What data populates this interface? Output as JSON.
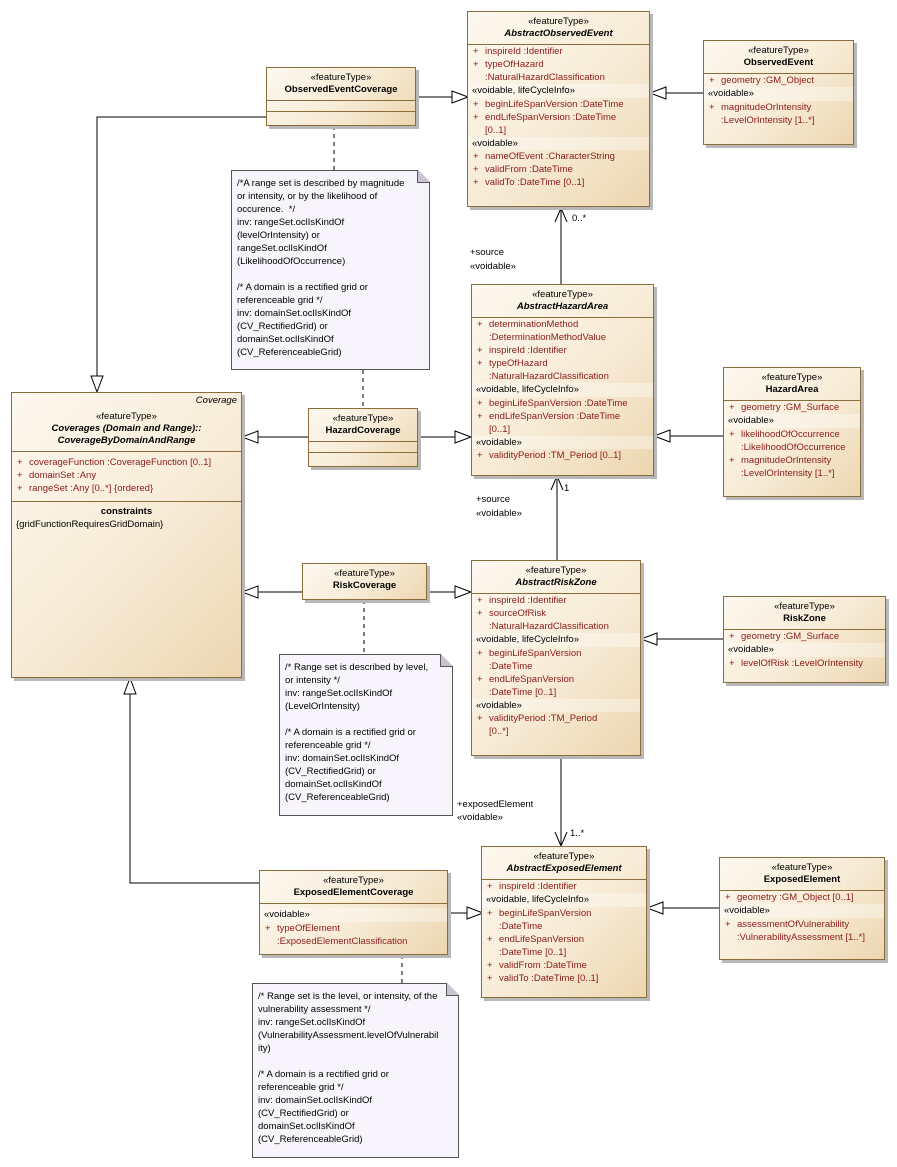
{
  "classes": {
    "abstractObservedEvent": {
      "stereotype": "«featureType»",
      "name": "AbstractObservedEvent",
      "attrs1": [
        {
          "vis": "+",
          "text": "inspireId  :Identifier"
        },
        {
          "vis": "+",
          "text": "typeOfHazard"
        },
        {
          "vis": "",
          "text": ":NaturalHazardClassification"
        }
      ],
      "group2": "«voidable, lifeCycleInfo»",
      "attrs2": [
        {
          "vis": "+",
          "text": "beginLifeSpanVersion  :DateTime"
        },
        {
          "vis": "+",
          "text": "endLifeSpanVersion  :DateTime"
        },
        {
          "vis": "",
          "text": "[0..1]"
        }
      ],
      "group3": "«voidable»",
      "attrs3": [
        {
          "vis": "+",
          "text": "nameOfEvent  :CharacterString"
        },
        {
          "vis": "+",
          "text": "validFrom  :DateTime"
        },
        {
          "vis": "+",
          "text": "validTo  :DateTime [0..1]"
        }
      ]
    },
    "observedEvent": {
      "stereotype": "«featureType»",
      "name": "ObservedEvent",
      "attrs1": [
        {
          "vis": "+",
          "text": "geometry  :GM_Object"
        }
      ],
      "group2": "«voidable»",
      "attrs2": [
        {
          "vis": "+",
          "text": "magnitudeOrIntensity"
        },
        {
          "vis": "",
          "text": ":LevelOrIntensity [1..*]"
        }
      ]
    },
    "observedEventCoverage": {
      "stereotype": "«featureType»",
      "name": "ObservedEventCoverage"
    },
    "abstractHazardArea": {
      "stereotype": "«featureType»",
      "name": "AbstractHazardArea",
      "attrs1": [
        {
          "vis": "+",
          "text": "determinationMethod"
        },
        {
          "vis": "",
          "text": ":DeterminationMethodValue"
        },
        {
          "vis": "+",
          "text": "inspireId  :Identifier"
        },
        {
          "vis": "+",
          "text": "typeOfHazard"
        },
        {
          "vis": "",
          "text": ":NaturalHazardClassification"
        }
      ],
      "group2": "«voidable, lifeCycleInfo»",
      "attrs2": [
        {
          "vis": "+",
          "text": "beginLifeSpanVersion  :DateTime"
        },
        {
          "vis": "+",
          "text": "endLifeSpanVersion  :DateTime"
        },
        {
          "vis": "",
          "text": "[0..1]"
        }
      ],
      "group3": "«voidable»",
      "attrs3": [
        {
          "vis": "+",
          "text": "validityPeriod  :TM_Period [0..1]"
        }
      ]
    },
    "hazardArea": {
      "stereotype": "«featureType»",
      "name": "HazardArea",
      "attrs1": [
        {
          "vis": "+",
          "text": "geometry  :GM_Surface"
        }
      ],
      "group2": "«voidable»",
      "attrs2": [
        {
          "vis": "+",
          "text": "likelihoodOfOccurrence"
        },
        {
          "vis": "",
          "text": ":LikelihoodOfOccurrence"
        },
        {
          "vis": "+",
          "text": "magnitudeOrIntensity"
        },
        {
          "vis": "",
          "text": ":LevelOrIntensity [1..*]"
        }
      ]
    },
    "hazardCoverage": {
      "stereotype": "«featureType»",
      "name": "HazardCoverage"
    },
    "coverage": {
      "corner": "Coverage",
      "stereotype": "«featureType»",
      "name1": "Coverages (Domain and Range)::",
      "name2": "CoverageByDomainAndRange",
      "attrs1": [
        {
          "vis": "+",
          "text": "coverageFunction  :CoverageFunction [0..1]"
        },
        {
          "vis": "+",
          "text": "domainSet  :Any"
        },
        {
          "vis": "+",
          "text": "rangeSet  :Any [0..*] {ordered}"
        }
      ],
      "constraints_title": "constraints",
      "constraint": "{gridFunctionRequiresGridDomain}"
    },
    "riskCoverage": {
      "stereotype": "«featureType»",
      "name": "RiskCoverage"
    },
    "abstractRiskZone": {
      "stereotype": "«featureType»",
      "name": "AbstractRiskZone",
      "attrs1": [
        {
          "vis": "+",
          "text": "inspireId  :Identifier"
        },
        {
          "vis": "+",
          "text": "sourceOfRisk"
        },
        {
          "vis": "",
          "text": ":NaturalHazardClassification"
        }
      ],
      "group2": "«voidable, lifeCycleInfo»",
      "attrs2": [
        {
          "vis": "+",
          "text": "beginLifeSpanVersion"
        },
        {
          "vis": "",
          "text": ":DateTime"
        },
        {
          "vis": "+",
          "text": "endLifeSpanVersion"
        },
        {
          "vis": "",
          "text": ":DateTime [0..1]"
        }
      ],
      "group3": "«voidable»",
      "attrs3": [
        {
          "vis": "+",
          "text": "validityPeriod  :TM_Period"
        },
        {
          "vis": "",
          "text": "[0..*]"
        }
      ]
    },
    "riskZone": {
      "stereotype": "«featureType»",
      "name": "RiskZone",
      "attrs1": [
        {
          "vis": "+",
          "text": "geometry  :GM_Surface"
        }
      ],
      "group2": "«voidable»",
      "attrs2": [
        {
          "vis": "+",
          "text": "levelOfRisk  :LevelOrIntensity"
        }
      ]
    },
    "exposedElementCoverage": {
      "stereotype": "«featureType»",
      "name": "ExposedElementCoverage",
      "group1": "«voidable»",
      "attrs1": [
        {
          "vis": "+",
          "text": "typeOfElement"
        },
        {
          "vis": "",
          "text": ":ExposedElementClassification"
        }
      ]
    },
    "abstractExposedElement": {
      "stereotype": "«featureType»",
      "name": "AbstractExposedElement",
      "attrs1": [
        {
          "vis": "+",
          "text": "inspireId  :Identifier"
        }
      ],
      "group2": "«voidable, lifeCycleInfo»",
      "attrs2": [
        {
          "vis": "+",
          "text": "beginLifeSpanVersion"
        },
        {
          "vis": "",
          "text": ":DateTime"
        },
        {
          "vis": "+",
          "text": "endLifeSpanVersion"
        },
        {
          "vis": "",
          "text": ":DateTime [0..1]"
        },
        {
          "vis": "+",
          "text": "validFrom  :DateTime"
        },
        {
          "vis": "+",
          "text": "validTo  :DateTime [0..1]"
        }
      ]
    },
    "exposedElement": {
      "stereotype": "«featureType»",
      "name": "ExposedElement",
      "attrs1": [
        {
          "vis": "+",
          "text": "geometry  :GM_Object [0..1]"
        }
      ],
      "group2": "«voidable»",
      "attrs2": [
        {
          "vis": "+",
          "text": "assessmentOfVulnerability"
        },
        {
          "vis": "",
          "text": ":VulnerabilityAssessment [1..*]"
        }
      ]
    }
  },
  "notes": {
    "observedEventNote": "/*A range set is described by magnitude\nor intensity, or by the likelihood of\noccurence.  */\ninv: rangeSet.oclIsKindOf\n(levelOrIntensity) or\nrangeSet.oclIsKindOf\n(LikelihoodOfOccurrence)\n\n/* A domain is a rectified grid or\nreferenceable grid */\ninv: domainSet.oclIsKindOf\n(CV_RectifiedGrid) or\ndomainSet.oclIsKindOf\n(CV_ReferenceableGrid)",
    "riskNote": "/* Range set is described by level,\nor intensity */\ninv: rangeSet.oclIsKindOf\n(LevelOrIntensity)\n\n/* A domain is a rectified grid or\nreferenceable grid */\ninv: domainSet.oclIsKindOf\n(CV_RectifiedGrid) or\ndomainSet.oclIsKindOf\n(CV_ReferenceableGrid)",
    "exposedNote": "/* Range set is the level, or intensity, of the\nvulnerability assessment */\ninv: rangeSet.oclIsKindOf\n(VulnerabilityAssessment.levelOfVulnerabil\nity)\n\n/* A domain is a rectified grid or\nreferenceable grid */\ninv: domainSet.oclIsKindOf\n(CV_RectifiedGrid) or\ndomainSet.oclIsKindOf\n(CV_ReferenceableGrid)"
  },
  "labels": {
    "hazardSourceRole": "+source",
    "hazardSourceVoidable": "«voidable»",
    "hazardSourceMult": "0..*",
    "riskSourceRole": "+source",
    "riskSourceVoidable": "«voidable»",
    "riskSourceMult": "1",
    "exposedRole": "+exposedElement",
    "exposedVoidable": "«voidable»",
    "exposedMult": "1..*"
  }
}
